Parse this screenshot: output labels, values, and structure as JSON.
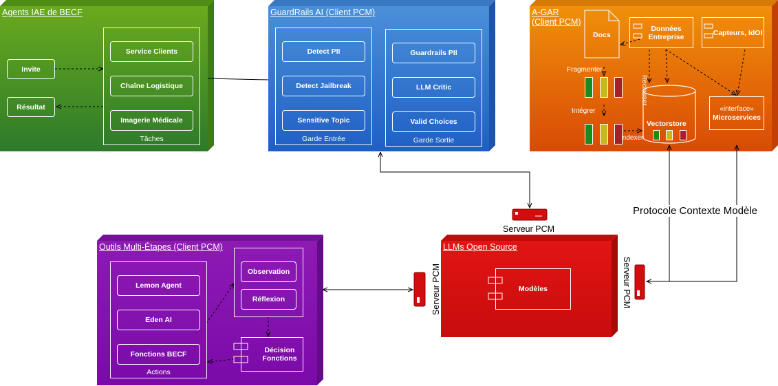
{
  "agents": {
    "title": "Agents IAE de BECF",
    "invite": "Invite",
    "resultat": "Résultat",
    "taches_caption": "Tâches",
    "tasks": [
      "Service Clients",
      "Chaîne Logistique",
      "Imagerie Médicale"
    ]
  },
  "guardrails": {
    "title": "GuardRails AI (Client PCM)",
    "entree": {
      "caption": "Garde Entrée",
      "items": [
        "Detect PII",
        "Detect Jailbreak",
        "Sensitive Topic"
      ]
    },
    "sortie": {
      "caption": "Garde Sortie",
      "items": [
        "Guardrails PII",
        "LLM Critic",
        "Valid Choices"
      ]
    }
  },
  "agar": {
    "title_line1": "A-GAR",
    "title_line2": "(Client PCM)",
    "docs": "Docs",
    "donnees": "Données Entreprise",
    "capteurs": "Capteurs, IdOI",
    "fragmenter": "Fragmenter",
    "integrer": "Intégrer",
    "indexer": "Indexer",
    "reclasser": "Reclasser",
    "vectorstore": "Vectorstore",
    "micro_stereotype": "«interface»",
    "micro_name": "Microservices"
  },
  "labels": {
    "serveur_pcm_top": "Serveur PCM",
    "serveur_pcm_left": "Serveur PCM",
    "serveur_pcm_right": "Serveur PCM",
    "protocole": "Protocole Contexte Modèle"
  },
  "llms": {
    "title": "LLMs Open Source",
    "modeles": "Modèles"
  },
  "outils": {
    "title": "Outils Multi-Étapes (Client PCM)",
    "actions_caption": "Actions",
    "actions": [
      "Lemon Agent",
      "Eden AI",
      "Fonctions BECF"
    ],
    "observation": "Observation",
    "reflexion": "Réflexion",
    "decision": "Décision Fonctions"
  },
  "colors": {
    "agents_top": "#6aaa1e",
    "agents_bottom": "#2d7a2a",
    "guard_top": "#4a90d9",
    "guard_bottom": "#1f5fc4",
    "agar_top": "#f0900a",
    "agar_bottom": "#d94a05",
    "llm": "#dd1111",
    "outils": "#8a12b0",
    "chip_green": "#1e8a1e",
    "chip_yellow": "#c8b820",
    "chip_red": "#a81e2a"
  }
}
